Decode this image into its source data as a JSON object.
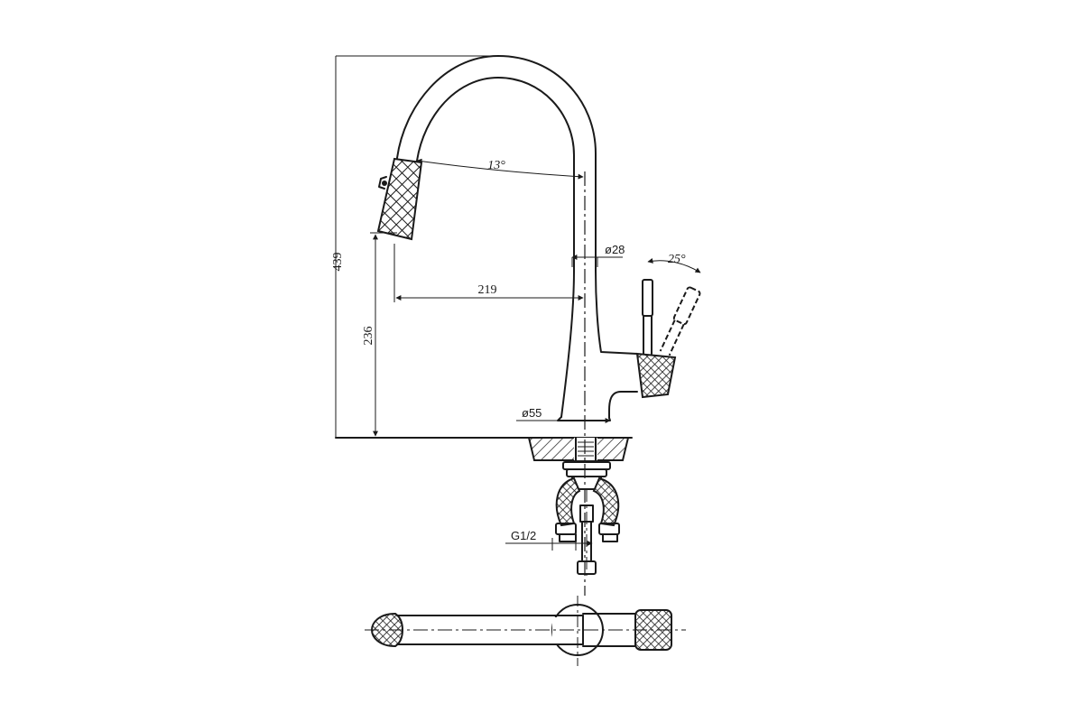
{
  "dimensions": {
    "height_total": "439",
    "spout_height": "236",
    "reach": "219",
    "spout_angle": "13°",
    "handle_angle": "25°",
    "spout_diameter": "ø28",
    "base_diameter": "ø55",
    "thread": "G1/2"
  }
}
